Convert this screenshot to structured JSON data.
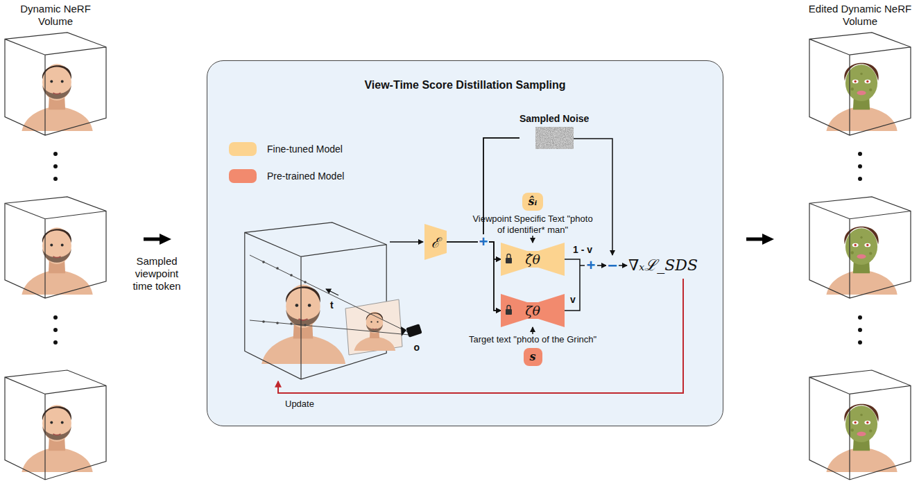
{
  "diagram": {
    "nodes": [
      {
        "text": [
          "View-Time Score Distillation Sampling"
        ]
      },
      {
        "text": [
          "ℰ"
        ],
        "in": 0
      },
      {
        "text": [
          "ŝᵢ",
          "Viewpoint Specific Text \"photo of identifier* man\""
        ],
        "in": 0
      },
      {
        "text": [
          "ζ̂θ"
        ],
        "in": 0
      },
      {
        "text": [
          "ζθ"
        ],
        "in": 0
      },
      {
        "text": [
          "Target text \"photo of the Grinch\"",
          "s"
        ],
        "in": 0
      },
      {
        "text": [
          "Sampled Noise"
        ],
        "in": 0
      }
    ],
    "edges": [
      {
        "from": 1,
        "to": 3,
        "arrow": "to"
      },
      {
        "from": 1,
        "to": 4,
        "arrow": "to"
      },
      {
        "from": 6,
        "to": 3,
        "arrow": "to"
      },
      {
        "from": 6,
        "to": 4,
        "arrow": "to"
      },
      {
        "from": 2,
        "to": 3,
        "arrow": "to"
      },
      {
        "from": 5,
        "to": 4,
        "arrow": "to"
      }
    ],
    "labels": [
      "Dynamic NeRF Volume",
      "Sampled viewpoint time token",
      "Edited Dynamic NeRF Volume",
      "t",
      "o",
      "+",
      "1 - v",
      "v",
      "+",
      "−",
      "∇ₓℒ_SDS",
      "Update"
    ],
    "legend": [
      {
        "text": "Fine-tuned Model",
        "color": "#fcd38f"
      },
      {
        "text": "Pre-trained Model",
        "color": "#f28a6e"
      }
    ]
  }
}
